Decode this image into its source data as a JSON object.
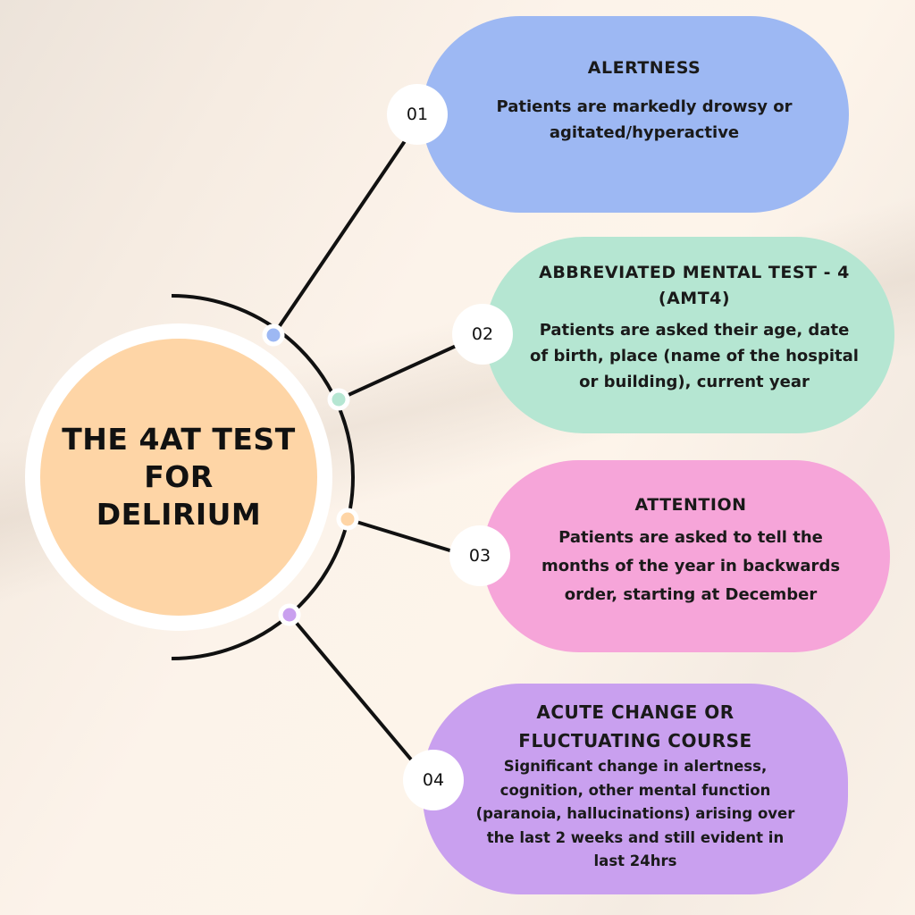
{
  "title": "THE 4AT TEST FOR DELIRIUM",
  "colors": {
    "center": "#fed5a6",
    "alertness": "#9db8f3",
    "amt4": "#b5e6d2",
    "attention": "#f6a5d9",
    "acute": "#c9a0ef"
  },
  "items": [
    {
      "number": "01",
      "heading": "ALERTNESS",
      "text": "Patients are markedly drowsy or agitated/hyperactive"
    },
    {
      "number": "02",
      "heading": "ABBREVIATED MENTAL TEST - 4 (AMT4)",
      "text": "Patients are asked their age, date of birth, place (name of the hospital or building), current year"
    },
    {
      "number": "03",
      "heading": "ATTENTION",
      "text": "Patients are asked to tell the months of the year in backwards order, starting at December"
    },
    {
      "number": "04",
      "heading": "ACUTE CHANGE OR FLUCTUATING COURSE",
      "text": "Significant change in alertness, cognition, other mental function (paranoia, hallucinations) arising over the last 2 weeks and still evident in last 24hrs"
    }
  ]
}
